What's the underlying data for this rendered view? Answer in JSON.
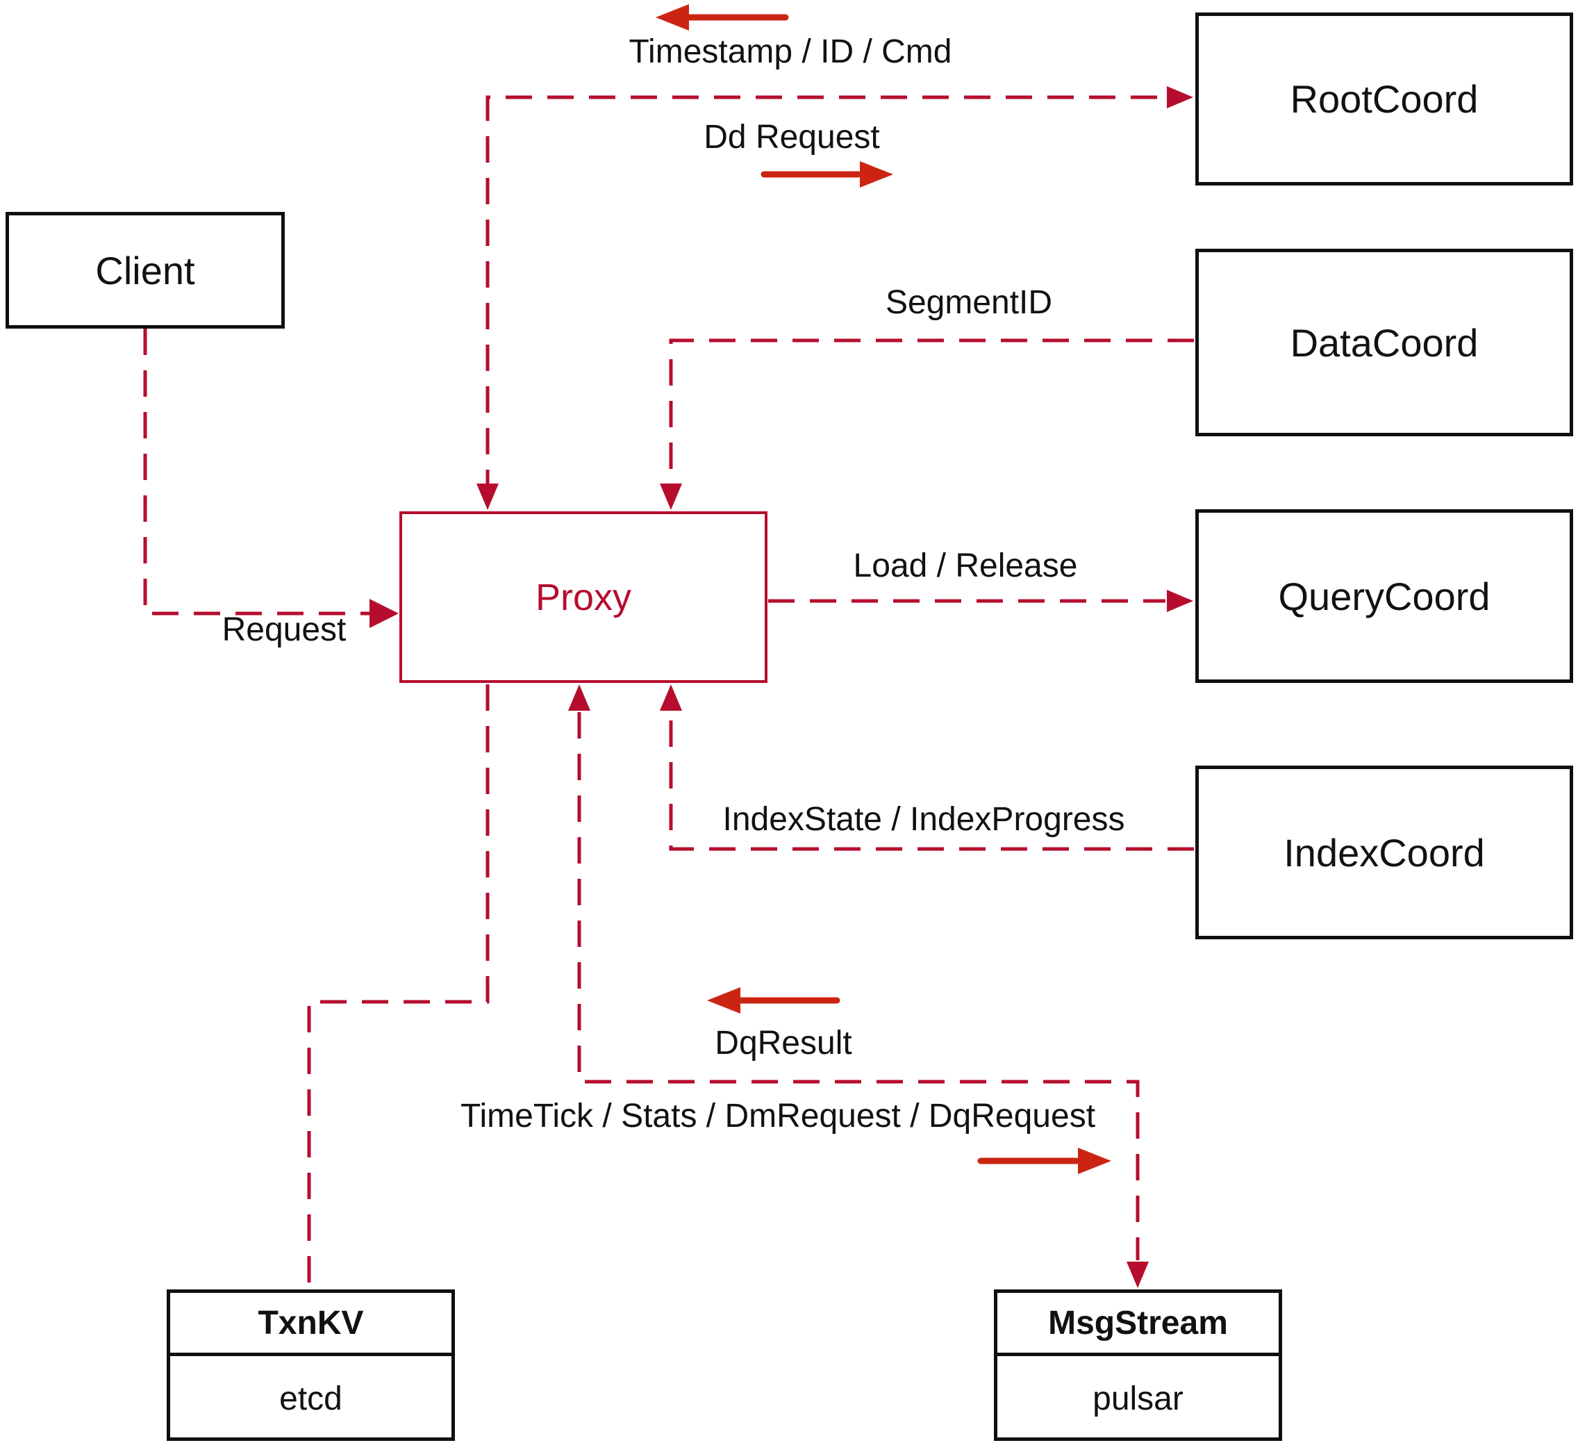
{
  "colors": {
    "line": "#b60d2e",
    "arrow": "#cc2413",
    "border": "#0f0f0f",
    "text": "#111111",
    "bg": "#ffffff"
  },
  "nodes": {
    "client": {
      "label": "Client"
    },
    "proxy": {
      "label": "Proxy"
    },
    "root_coord": {
      "label": "RootCoord"
    },
    "data_coord": {
      "label": "DataCoord"
    },
    "query_coord": {
      "label": "QueryCoord"
    },
    "index_coord": {
      "label": "IndexCoord"
    },
    "txn_kv": {
      "title": "TxnKV",
      "impl": "etcd"
    },
    "msg_stream": {
      "title": "MsgStream",
      "impl": "pulsar"
    }
  },
  "edge_labels": {
    "request": "Request",
    "timestamp_id_cmd": "Timestamp / ID / Cmd",
    "dd_request": "Dd Request",
    "segment_id": "SegmentID",
    "load_release": "Load / Release",
    "index_state_progress": "IndexState / IndexProgress",
    "dq_result": "DqResult",
    "timetick_stats": "TimeTick / Stats / DmRequest / DqRequest"
  }
}
